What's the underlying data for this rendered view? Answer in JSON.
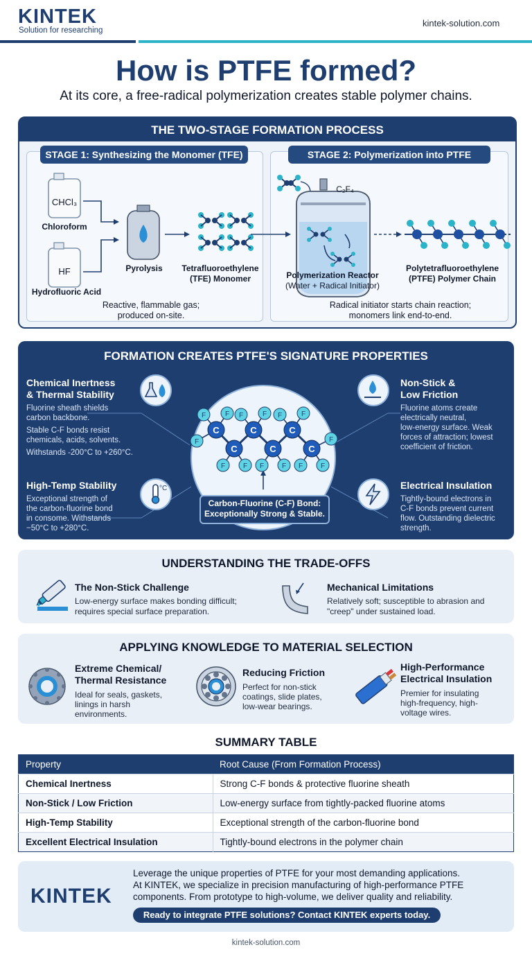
{
  "header": {
    "brand_main": "KINTEK",
    "brand_tagline": "Solution for researching",
    "site": "kintek-solution.com"
  },
  "title": "How is PTFE formed?",
  "subtitle": "At its core, a free-radical polymerization creates stable polymer chains.",
  "process": {
    "title": "THE TWO-STAGE FORMATION PROCESS",
    "stage1": {
      "label": "STAGE 1: Synthesizing the Monomer (TFE)",
      "chcl3": "CHCl₃",
      "chloroform": "Chloroform",
      "hf": "HF",
      "hf_label": "Hydrofluoric Acid",
      "pyrolysis": "Pyrolysis",
      "tfe_line1": "Tetrafluoroethylene",
      "tfe_line2": "(TFE) Monomer",
      "note_line1": "Reactive, flammable gas;",
      "note_line2": "produced on-site."
    },
    "stage2": {
      "label": "STAGE 2: Polymerization into PTFE",
      "c2f4": "C₂F₄",
      "reactor_line1": "Polymerization Reactor",
      "reactor_line2": "(Water + Radical Initiator)",
      "chain_line1": "Polytetrafluoroethylene",
      "chain_line2": "(PTFE) Polymer Chain",
      "note_line1": "Radical initiator starts chain reaction;",
      "note_line2": "monomers link end-to-end."
    }
  },
  "properties": {
    "title": "FORMATION CREATES PTFE'S SIGNATURE PROPERTIES",
    "chem": {
      "h1": "Chemical Inertness",
      "h2": "& Thermal Stability",
      "t1": "Fluorine sheath shields",
      "t2": "carbon backbone.",
      "t3": "Stable C-F bonds resist",
      "t4": "chemicals, acids, solvents.",
      "t5": "Withstands -200°C to +260°C."
    },
    "temp": {
      "h": "High-Temp Stability",
      "t1": "Exceptional strength of",
      "t2": "the carbon-fluorine bond",
      "t3": "in consome. Withstands",
      "t4": "−50°C to +280°C."
    },
    "nonstick": {
      "h1": "Non-Stick &",
      "h2": "Low Friction",
      "t1": "Fluorine atoms create",
      "t2": "electrically neutral,",
      "t3": "low-energy surface. Weak",
      "t4": "forces of attraction; lowest",
      "t5": "coefficient of friction."
    },
    "elec": {
      "h": "Electrical Insulation",
      "t1": "Tightly-bound electrons in",
      "t2": "C-F bonds prevent current",
      "t3": "flow. Outstanding dielectric",
      "t4": "strength."
    },
    "bond_line1": "Carbon-Fluorine (C-F) Bond:",
    "bond_line2": "Exceptionally Strong & Stable.",
    "atom_c": "C",
    "atom_f": "F",
    "temp_unit": "°C"
  },
  "tradeoffs": {
    "title": "UNDERSTANDING THE TRADE-OFFS",
    "a_h": "The Non-Stick Challenge",
    "a_t1": "Low-energy surface makes bonding difficult;",
    "a_t2": "requires special surface preparation.",
    "b_h": "Mechanical Limitations",
    "b_t1": "Relatively soft; susceptible to abrasion and",
    "b_t2": "\"creep\" under sustained load."
  },
  "selection": {
    "title": "APPLYING KNOWLEDGE TO MATERIAL SELECTION",
    "a_h1": "Extreme Chemical/",
    "a_h2": "Thermal Resistance",
    "a_t1": "Ideal for seals, gaskets,",
    "a_t2": "linings in harsh",
    "a_t3": "environments.",
    "b_h": "Reducing Friction",
    "b_t1": "Perfect for non-stick",
    "b_t2": "coatings, slide plates,",
    "b_t3": "low-wear bearings.",
    "c_h1": "High-Performance",
    "c_h2": "Electrical Insulation",
    "c_t1": "Premier for insulating",
    "c_t2": "high-frequency, high-",
    "c_t3": "voltage wires."
  },
  "summary": {
    "title": "SUMMARY TABLE",
    "headers": [
      "Property",
      "Root Cause (From Formation Process)"
    ],
    "rows": [
      [
        "Chemical Inertness",
        "Strong C-F bonds & protective fluorine sheath"
      ],
      [
        "Non-Stick / Low Friction",
        "Low-energy surface from tightly-packed fluorine atoms"
      ],
      [
        "High-Temp Stability",
        "Exceptional strength of the carbon-fluorine bond"
      ],
      [
        "Excellent Electrical Insulation",
        "Tightly-bound electrons in the polymer chain"
      ]
    ]
  },
  "cta": {
    "logo": "KINTEK",
    "l1": "Leverage the unique properties of PTFE for your most demanding applications.",
    "l2": "At KINTEK, we specialize in precision manufacturing of high-performance PTFE",
    "l3": "components. From prototype to high-volume, we deliver quality and reliability.",
    "button": "Ready to integrate PTFE solutions? Contact KINTEK experts today."
  },
  "footer": "kintek-solution.com",
  "colors": {
    "navy": "#1f3e70",
    "accent": "#2bb3c9",
    "red": "#d9363e",
    "light": "#eaf1f8"
  }
}
